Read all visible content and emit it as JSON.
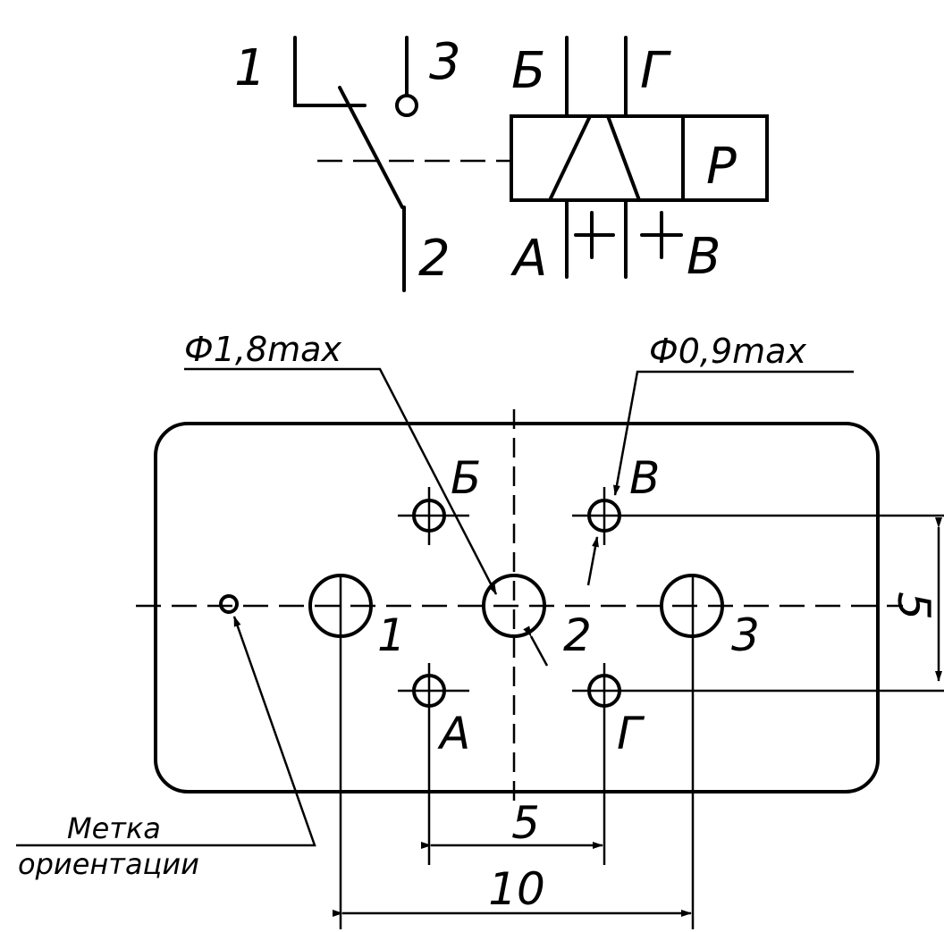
{
  "schematic": {
    "switch_labels": {
      "port1": "1",
      "port2": "2",
      "port3": "3"
    },
    "valve_labels": {
      "b_top": "Б",
      "g_top": "Г",
      "a_bottom": "А",
      "v_bottom": "В",
      "position": "Р"
    }
  },
  "plate": {
    "port_labels": {
      "b": "Б",
      "v": "В",
      "a": "А",
      "g": "Г",
      "p1": "1",
      "p2": "2",
      "p3": "3"
    },
    "dimensions": {
      "big_hole_diameter": "Ф1,8max",
      "small_hole_diameter": "Ф0,9max",
      "vertical_spacing": "5",
      "small_spacing": "5",
      "large_spacing": "10"
    },
    "orientation_mark": {
      "line1": "Метка",
      "line2": "ориентации"
    }
  }
}
